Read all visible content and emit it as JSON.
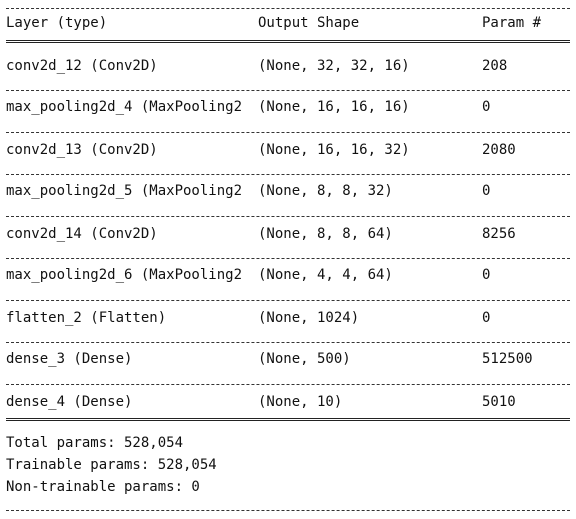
{
  "header": {
    "layer": "Layer (type)",
    "output_shape": "Output Shape",
    "params": "Param #"
  },
  "rows": [
    {
      "layer": "conv2d_12 (Conv2D)",
      "shape": "(None, 32, 32, 16)",
      "params": "208"
    },
    {
      "layer": "max_pooling2d_4 (MaxPooling2",
      "shape": "(None, 16, 16, 16)",
      "params": "0"
    },
    {
      "layer": "conv2d_13 (Conv2D)",
      "shape": "(None, 16, 16, 32)",
      "params": "2080"
    },
    {
      "layer": "max_pooling2d_5 (MaxPooling2",
      "shape": "(None, 8, 8, 32)",
      "params": "0"
    },
    {
      "layer": "conv2d_14 (Conv2D)",
      "shape": "(None, 8, 8, 64)",
      "params": "8256"
    },
    {
      "layer": "max_pooling2d_6 (MaxPooling2",
      "shape": "(None, 4, 4, 64)",
      "params": "0"
    },
    {
      "layer": "flatten_2 (Flatten)",
      "shape": "(None, 1024)",
      "params": "0"
    },
    {
      "layer": "dense_3 (Dense)",
      "shape": "(None, 500)",
      "params": "512500"
    },
    {
      "layer": "dense_4 (Dense)",
      "shape": "(None, 10)",
      "params": "5010"
    }
  ],
  "summary": {
    "total": "Total params: 528,054",
    "trainable": "Trainable params: 528,054",
    "non_trainable": "Non-trainable params: 0"
  }
}
